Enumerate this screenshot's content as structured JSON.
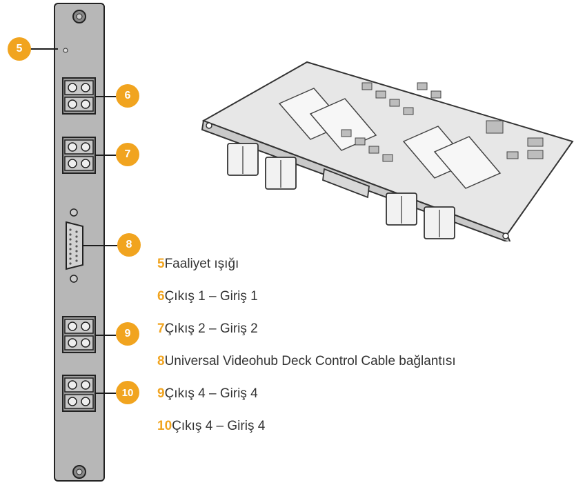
{
  "callouts": [
    {
      "number": "5"
    },
    {
      "number": "6"
    },
    {
      "number": "7"
    },
    {
      "number": "8"
    },
    {
      "number": "9"
    },
    {
      "number": "10"
    }
  ],
  "legend": [
    {
      "number": "5",
      "label": "Faaliyet ışığı"
    },
    {
      "number": "6",
      "label": "Çıkış 1 – Giriş 1"
    },
    {
      "number": "7",
      "label": "Çıkış 2 – Giriş 2"
    },
    {
      "number": "8",
      "label": "Universal Videohub Deck Control Cable bağlantısı"
    },
    {
      "number": "9",
      "label": "Çıkış 4 – Giriş 4"
    },
    {
      "number": "10",
      "label": "Çıkış 4 – Giriş 4"
    }
  ],
  "colors": {
    "accent": "#f1a41f",
    "panel": "#b7b7b7",
    "text": "#333333"
  }
}
